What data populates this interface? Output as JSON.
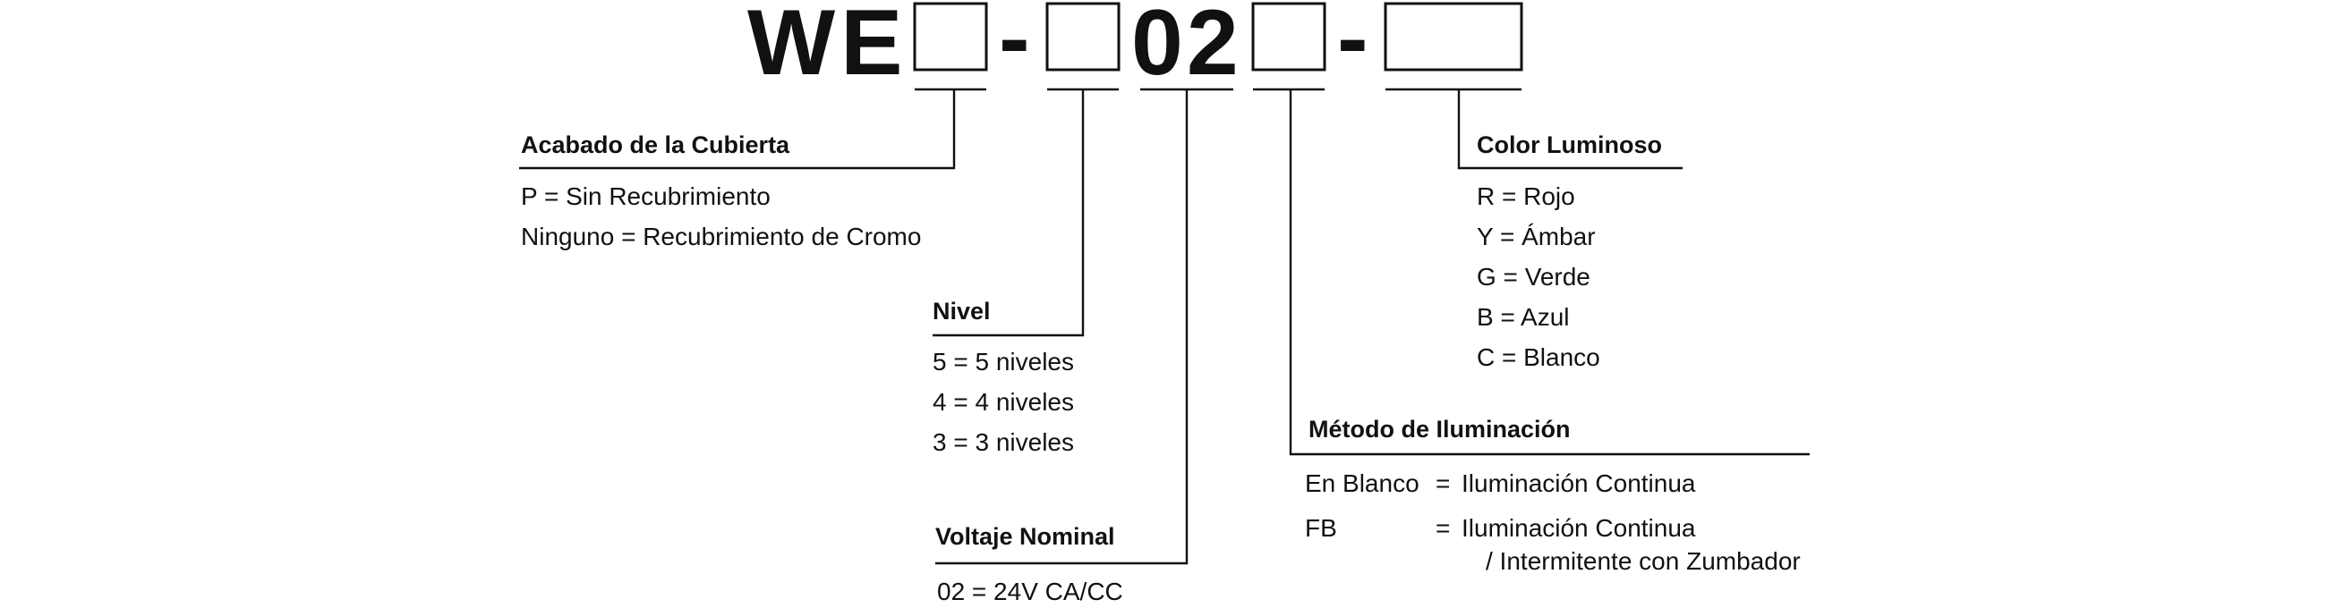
{
  "code": {
    "prefix": "WE",
    "hyphen_1": "-",
    "voltage_digits": "02",
    "hyphen_2": "-"
  },
  "sections": {
    "cover_finish": {
      "title": "Acabado de la Cubierta",
      "options": [
        "P = Sin Recubrimiento",
        "Ninguno = Recubrimiento de Cromo"
      ]
    },
    "level": {
      "title": "Nivel",
      "options": [
        "5 = 5 niveles",
        "4 = 4 niveles",
        "3 = 3 niveles"
      ]
    },
    "voltage": {
      "title": "Voltaje Nominal",
      "options": [
        "02 = 24V CA/CC"
      ]
    },
    "lighting_method": {
      "title": "Método de Iluminación",
      "options": [
        {
          "code": "En Blanco",
          "eq": "=",
          "desc": "Iluminación Continua",
          "desc2": ""
        },
        {
          "code": "FB",
          "eq": "=",
          "desc": "Iluminación Continua",
          "desc2": "/ Intermitente con Zumbador"
        }
      ]
    },
    "light_color": {
      "title": "Color Luminoso",
      "options": [
        "R = Rojo",
        "Y = Ámbar",
        "G = Verde",
        "B = Azul",
        "C = Blanco"
      ]
    }
  }
}
